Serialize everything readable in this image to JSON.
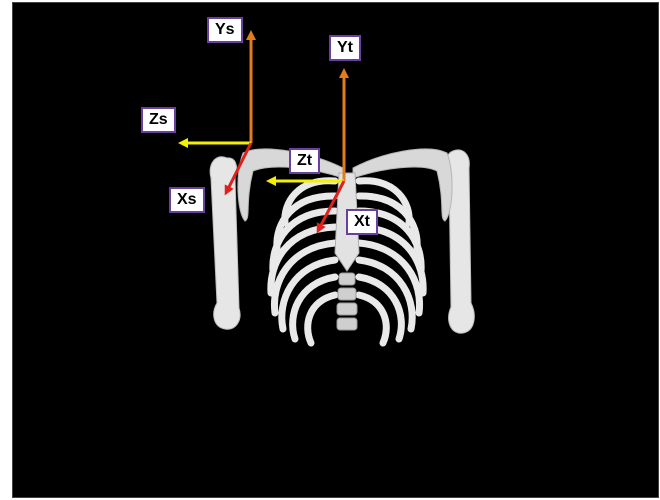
{
  "labels": {
    "ys": "Ys",
    "zs": "Zs",
    "xs": "Xs",
    "yt": "Yt",
    "zt": "Zt",
    "xt": "Xt"
  },
  "colors": {
    "y_axis": "#e37b1f",
    "z_axis": "#f3f000",
    "x_axis": "#e0201c",
    "bone": "#e9e9e9",
    "label_border": "#6a3fa0",
    "background": "#000000"
  }
}
